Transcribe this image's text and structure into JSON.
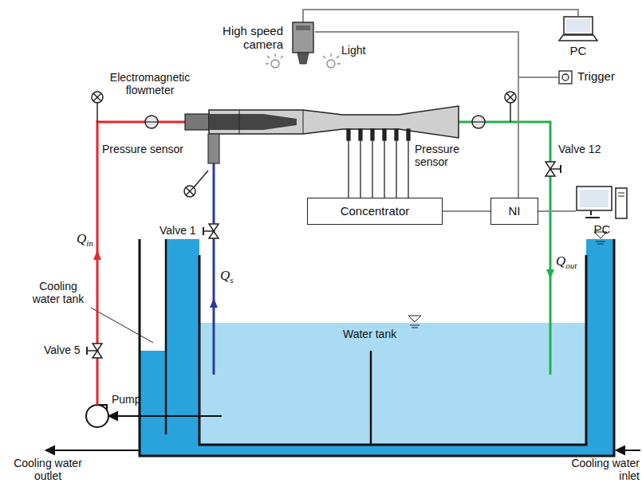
{
  "diagram": {
    "nodes": [
      {
        "text": [
          "High speed camera"
        ]
      },
      {
        "text": [
          "PC"
        ]
      },
      {
        "text": [
          "Trigger"
        ]
      },
      {
        "text": [
          "Concentrator"
        ]
      },
      {
        "text": [
          "NI"
        ]
      },
      {
        "text": [
          "PC"
        ]
      }
    ],
    "edges": [
      {
        "from": 0,
        "to": 1,
        "arrow": "none"
      },
      {
        "from": 0,
        "to": 4,
        "arrow": "none"
      },
      {
        "from": 2,
        "to": 4,
        "arrow": "none"
      },
      {
        "from": 3,
        "to": 4,
        "arrow": "none"
      },
      {
        "from": 4,
        "to": 5,
        "arrow": "none"
      }
    ],
    "labels": [
      "Light",
      "Electromagnetic flowmeter",
      "Pressure sensor",
      "Pressure sensor",
      "Valve 12",
      "Valve 1",
      "Valve 5",
      "Qin",
      "Qout",
      "Qs",
      "Water tank",
      "Cooling water tank",
      "Pump",
      "Cooling water outlet",
      "Cooling water inlet"
    ]
  }
}
